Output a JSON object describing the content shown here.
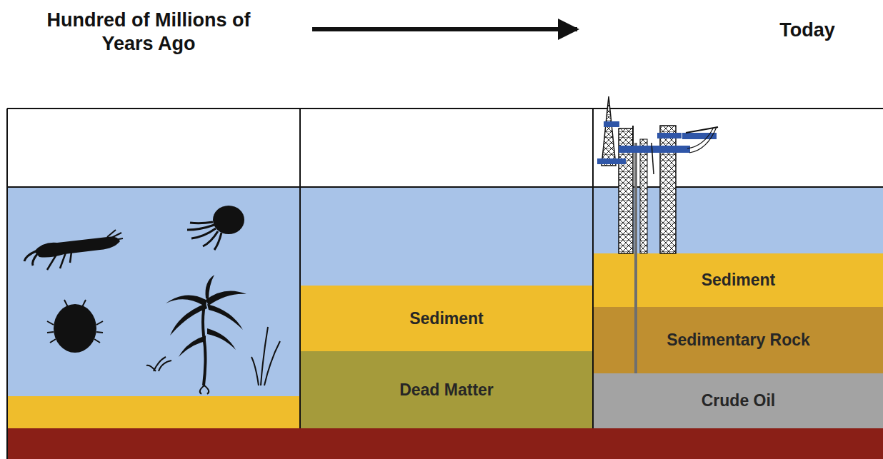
{
  "diagram": {
    "nodes": [
      {
        "text": [
          "Sediment"
        ]
      },
      {
        "text": [
          "Dead Matter"
        ]
      },
      {
        "text": [
          "Sediment"
        ]
      },
      {
        "text": [
          "Sedimentary Rock"
        ]
      },
      {
        "text": [
          "Crude Oil"
        ]
      }
    ],
    "labels": [
      "Hundred of Millions of Years Ago",
      "Today"
    ]
  }
}
